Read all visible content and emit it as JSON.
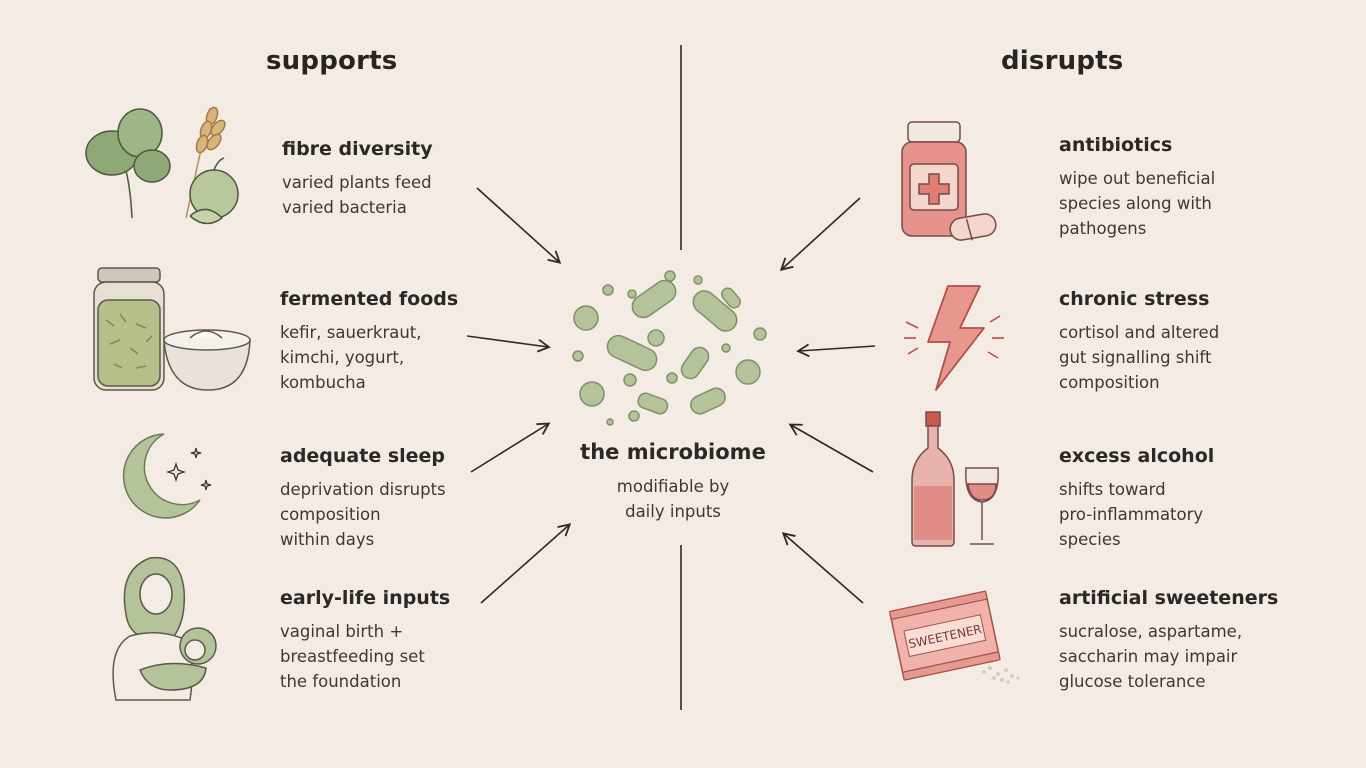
{
  "headings": {
    "supports": "supports",
    "disrupts": "disrupts"
  },
  "center": {
    "title": "the microbiome",
    "subtitle_lines": [
      "modifiable by",
      "daily inputs"
    ]
  },
  "supports": [
    {
      "title": "fibre diversity",
      "lines": [
        "varied plants feed",
        "varied bacteria"
      ],
      "icon": "vegetables-grain-apple-icon"
    },
    {
      "title": "fermented foods",
      "lines": [
        "kefir, sauerkraut,",
        "kimchi, yogurt,",
        "kombucha"
      ],
      "icon": "fermentation-jar-yogurt-icon"
    },
    {
      "title": "adequate sleep",
      "lines": [
        "deprivation disrupts",
        "composition",
        "within days"
      ],
      "icon": "moon-stars-icon"
    },
    {
      "title": "early-life inputs",
      "lines": [
        "vaginal birth +",
        "breastfeeding set",
        "the foundation"
      ],
      "icon": "mother-baby-icon"
    }
  ],
  "disrupts": [
    {
      "title": "antibiotics",
      "lines": [
        "wipe out beneficial",
        "species along with",
        "pathogens"
      ],
      "icon": "pill-bottle-icon"
    },
    {
      "title": "chronic stress",
      "lines": [
        "cortisol and altered",
        "gut signalling shift",
        "composition"
      ],
      "icon": "lightning-bolt-icon"
    },
    {
      "title": "excess alcohol",
      "lines": [
        "shifts toward",
        "pro-inflammatory",
        "species"
      ],
      "icon": "wine-bottle-glass-icon"
    },
    {
      "title": "artificial sweeteners",
      "lines": [
        "sucralose, aspartame,",
        "saccharin may impair",
        "glucose tolerance"
      ],
      "icon": "sweetener-packet-icon",
      "icon_label": "SWEETENER"
    }
  ],
  "colors": {
    "background": "#f4ece4",
    "green": "#a9b890",
    "red": "#e08a84",
    "ink": "#2b2a28"
  }
}
